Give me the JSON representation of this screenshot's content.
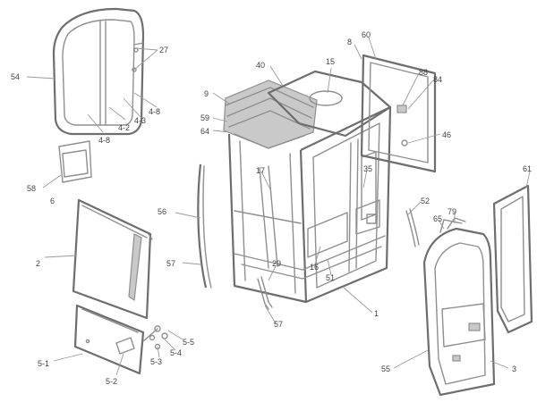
{
  "callouts": {
    "c54": "54",
    "c27": "27",
    "c4_8a": "4-8",
    "c4_2": "4-2",
    "c4_3": "4-3",
    "c4_8b": "4-8",
    "c58": "58",
    "c6": "6",
    "c2": "2",
    "c5_1": "5-1",
    "c5_2": "5-2",
    "c5_3": "5-3",
    "c5_4": "5-4",
    "c5_5": "5-5",
    "c40": "40",
    "c15": "15",
    "c8": "8",
    "c60": "60",
    "c88": "88",
    "c84": "84",
    "c9": "9",
    "c59": "59",
    "c64": "64",
    "c46": "46",
    "c17": "17",
    "c35": "35",
    "c56": "56",
    "c52": "52",
    "c61": "61",
    "c57a": "57",
    "c29": "29",
    "c16": "16",
    "c51": "51",
    "c65": "65",
    "c79": "79",
    "c1": "1",
    "c57b": "57",
    "c55": "55",
    "c3": "3"
  }
}
